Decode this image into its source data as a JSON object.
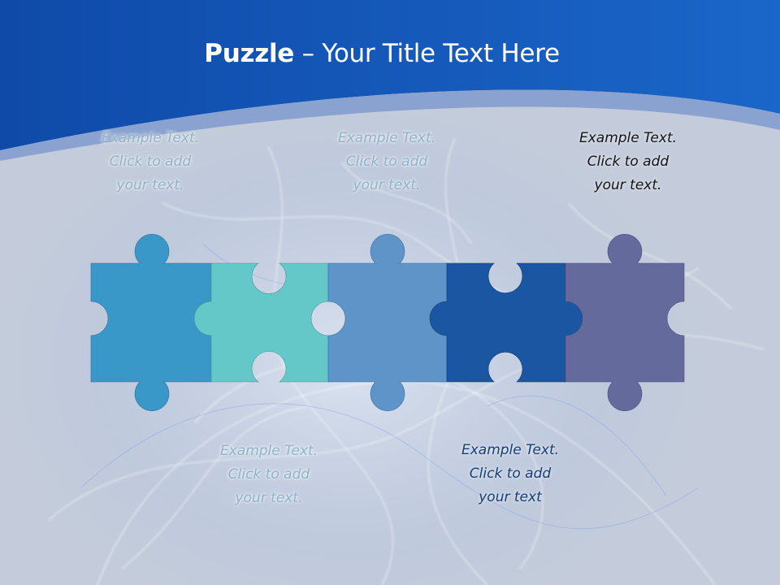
{
  "slide": {
    "title_bold": "Puzzle",
    "title_rest": " – Your Title Text Here"
  },
  "captions": [
    {
      "id": "top-left",
      "lines": [
        "Example Text.",
        "Click  to add",
        "your text."
      ],
      "style": "faded"
    },
    {
      "id": "top-middle",
      "lines": [
        "Example Text.",
        "Click  to add",
        "your text."
      ],
      "style": "faded"
    },
    {
      "id": "top-right",
      "lines": [
        "Example Text.",
        "Click  to add",
        "your text."
      ],
      "style": "dark"
    },
    {
      "id": "bottom-left",
      "lines": [
        "Example Text.",
        "Click  to add",
        "your text."
      ],
      "style": "faded"
    },
    {
      "id": "bottom-right",
      "lines": [
        "Example Text.",
        "Click  to add",
        "your text"
      ],
      "style": "blue"
    }
  ],
  "pieces": [
    {
      "name": "puzzle-piece-1",
      "color": "#3a98c8"
    },
    {
      "name": "puzzle-piece-2",
      "color": "#65c8c8"
    },
    {
      "name": "puzzle-piece-3",
      "color": "#5f94c8"
    },
    {
      "name": "puzzle-piece-4",
      "color": "#1b56a3"
    },
    {
      "name": "puzzle-piece-5",
      "color": "#656a9c"
    }
  ],
  "colors": {
    "header_blue": "#1456b8",
    "band_light": "#8aa2cf",
    "body_gray": "#c9cfdb"
  }
}
